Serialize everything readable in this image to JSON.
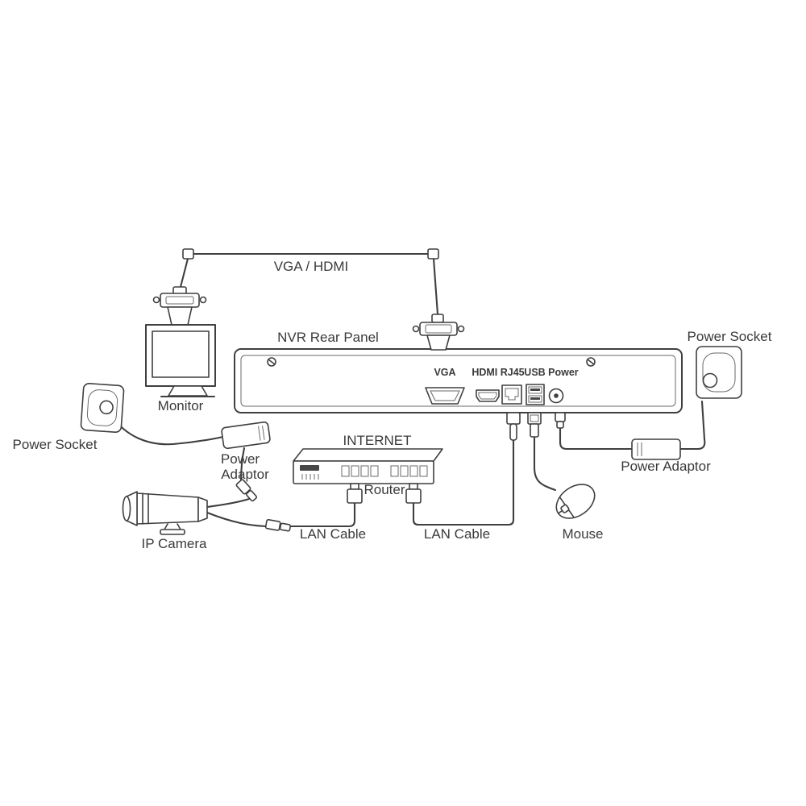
{
  "labels": {
    "vga_hdmi_cable": "VGA / HDMI",
    "monitor": "Monitor",
    "nvr_rear_panel": "NVR Rear Panel",
    "power_socket_right": "Power Socket",
    "power_socket_left": "Power Socket",
    "internet": "INTERNET",
    "router": "Router",
    "lan_cable_left": "LAN Cable",
    "lan_cable_right": "LAN Cable",
    "mouse": "Mouse",
    "power_adaptor_right": "Power Adaptor",
    "power_adaptor_left_line1": "Power",
    "power_adaptor_left_line2": "Adaptor",
    "ip_camera": "IP Camera"
  },
  "port_labels": {
    "vga": "VGA",
    "hdmi_rj45": "HDMI RJ45",
    "usb_power": "USB Power"
  },
  "colors": {
    "stroke": "#3f3f3f",
    "text": "#3a3a3a",
    "background": "#ffffff"
  }
}
